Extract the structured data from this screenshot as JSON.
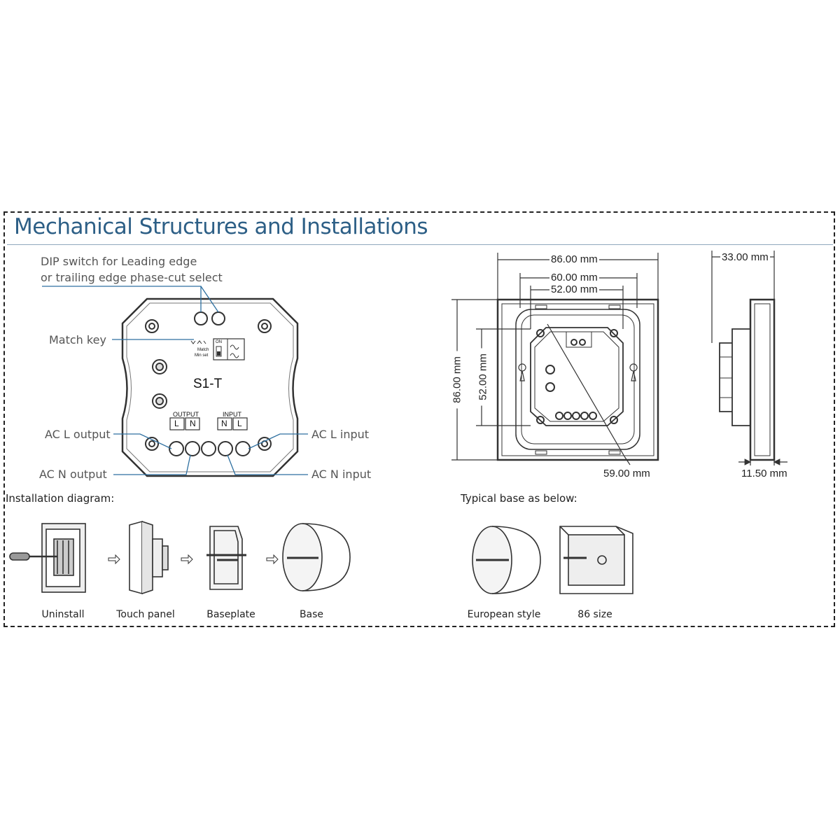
{
  "title": "Mechanical Structures and Installations",
  "device": {
    "model": "S1-T",
    "output_header": "OUTPUT",
    "input_header": "INPUT",
    "output_terminals": [
      "L",
      "N"
    ],
    "input_terminals": [
      "N",
      "L"
    ],
    "dip_on": "ON",
    "match_small": "Match",
    "min_set_small": "Min set"
  },
  "callouts": {
    "dip_line1": "DIP switch for Leading edge",
    "dip_line2": "or trailing edge phase-cut select",
    "match_key": "Match key",
    "ac_l_output": "AC L output",
    "ac_n_output": "AC N output",
    "ac_l_input": "AC L input",
    "ac_n_input": "AC N input"
  },
  "dimensions": {
    "width_86": "86.00 mm",
    "width_60": "60.00 mm",
    "width_52": "52.00 mm",
    "height_86": "86.00 mm",
    "height_52": "52.00 mm",
    "diag_59": "59.00 mm",
    "depth_33": "33.00 mm",
    "depth_11_5": "11.50 mm"
  },
  "installation": {
    "heading": "Installation diagram:",
    "steps": [
      "Uninstall",
      "Touch panel",
      "Baseplate",
      "Base"
    ]
  },
  "typical_base": {
    "heading": "Typical base as below:",
    "items": [
      "European style",
      "86 size"
    ]
  }
}
